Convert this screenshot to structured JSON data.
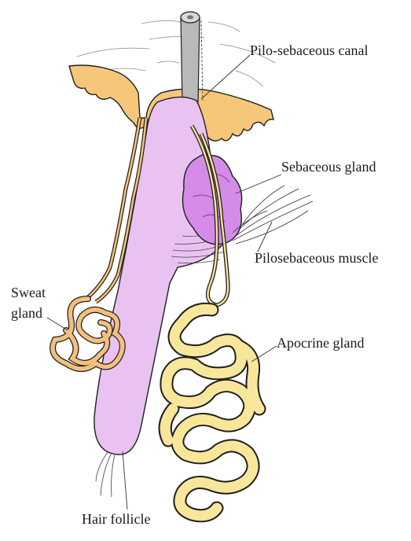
{
  "labels": {
    "pilo_canal": "Pilo-sebaceous canal",
    "sebaceous_gland": "Sebaceous gland",
    "pilosebaceous_muscle": "Pilosebaceous muscle",
    "sweat_gland_line1": "Sweat",
    "sweat_gland_line2": "gland",
    "apocrine_gland": "Apocrine gland",
    "hair_follicle": "Hair follicle"
  },
  "colors": {
    "skin": "#f6c77a",
    "sweat_gland": "#f3c07d",
    "follicle": "#e9c2f2",
    "sebaceous": "#d58ce8",
    "apocrine": "#f8e79a",
    "hair_shaft": "#b9b9b9",
    "outline": "#1f1f1f"
  }
}
